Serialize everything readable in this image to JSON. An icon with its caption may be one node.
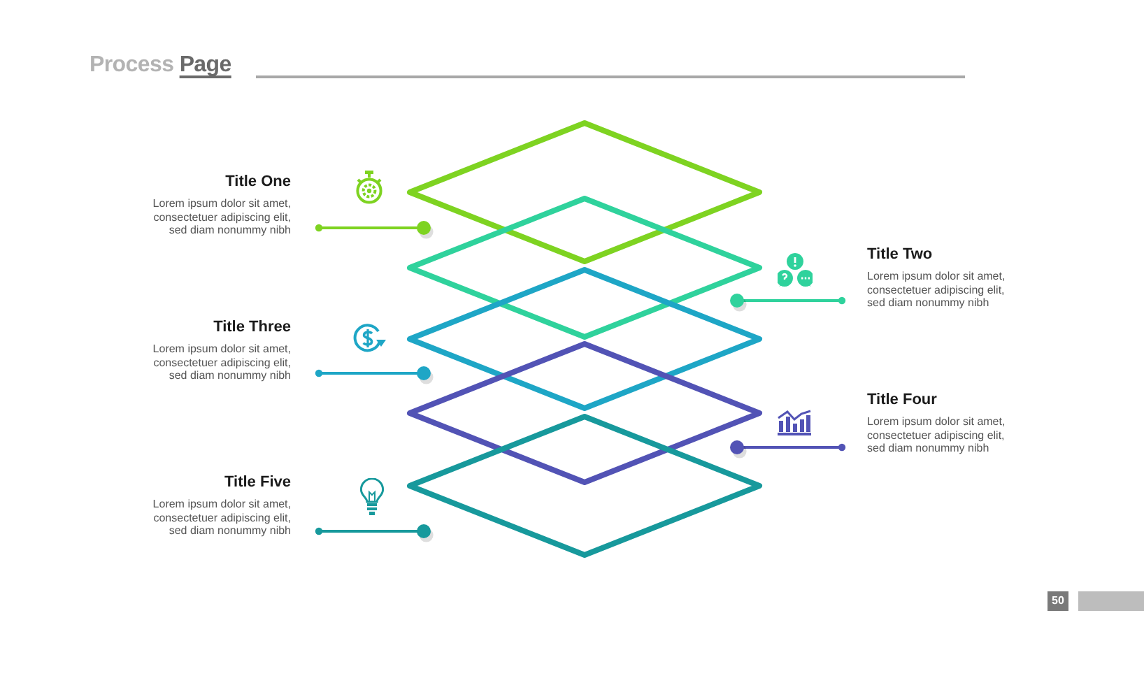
{
  "diagram": {
    "title": "Process **Page**",
    "nodes": [
      {
        "text": [],
        "shape": "diamond"
      },
      {
        "text": [],
        "shape": "diamond"
      },
      {
        "text": [],
        "shape": "diamond"
      },
      {
        "text": [],
        "shape": "diamond"
      },
      {
        "text": [],
        "shape": "diamond"
      },
      {
        "text": [
          "Title One",
          "Lorem ipsum dolor sit amet, consectetuer adipiscing elit, sed diam nonummy nibh"
        ]
      },
      {
        "text": [
          "Title Two",
          "Lorem ipsum dolor sit amet, consectetuer adipiscing elit, sed diam nonummy nibh"
        ]
      },
      {
        "text": [
          "Title Three",
          "Lorem ipsum dolor sit amet, consectetuer adipiscing elit, sed diam nonummy nibh"
        ]
      },
      {
        "text": [
          "Title Four",
          "Lorem ipsum dolor sit amet, consectetuer adipiscing elit, sed diam nonummy nibh"
        ]
      },
      {
        "text": [
          "Title Five",
          "Lorem ipsum dolor sit amet, consectetuer adipiscing elit, sed diam nonummy nibh"
        ]
      }
    ],
    "edges": [
      {
        "from": 5,
        "to": 0,
        "arrow": "other",
        "color": "#7ed321"
      },
      {
        "from": 6,
        "to": 1,
        "arrow": "other",
        "color": "#2fd29c"
      },
      {
        "from": 7,
        "to": 2,
        "arrow": "other",
        "color": "#1ea6c6"
      },
      {
        "from": 8,
        "to": 3,
        "arrow": "other",
        "color": "#5253b5"
      },
      {
        "from": 9,
        "to": 4,
        "arrow": "other",
        "color": "#17999c"
      }
    ],
    "labels": [
      "50"
    ]
  }
}
